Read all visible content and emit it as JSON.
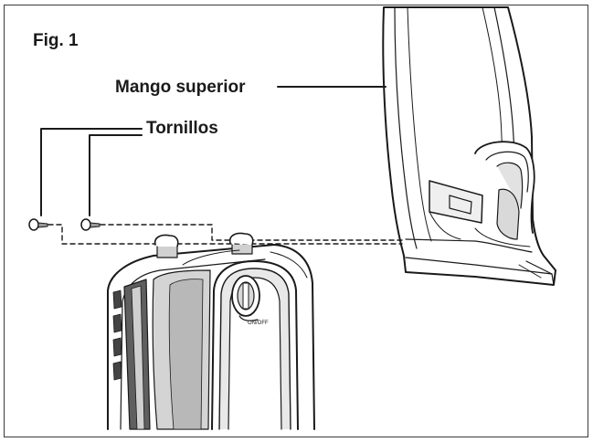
{
  "figure": {
    "number_label": "Fig. 1",
    "callouts": {
      "upper_handle": "Mango superior",
      "screws": "Tornillos"
    }
  },
  "colors": {
    "line": "#1a1a1a",
    "shade": "#d9d9d9",
    "dark_shade": "#6a6a6a",
    "frame": "#3a3a3a"
  },
  "icons": {
    "screw_left": "screw-icon",
    "screw_right": "screw-icon"
  }
}
